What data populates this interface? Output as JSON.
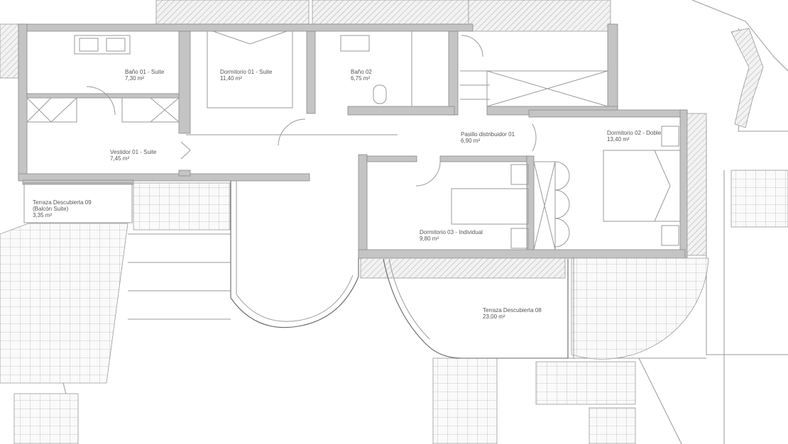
{
  "plan": {
    "rooms": [
      {
        "id": "bano-01-suite",
        "name": "Baño 01 - Suite",
        "area": "7,30 m²"
      },
      {
        "id": "dormitorio-01-suite",
        "name": "Dormitorio 01 - Suite",
        "area": "11,40 m²"
      },
      {
        "id": "bano-02",
        "name": "Baño 02",
        "area": "6,75 m²"
      },
      {
        "id": "pasillo-distribuidor-01",
        "name": "Pasillo distribuidor 01",
        "area": "6,90 m²"
      },
      {
        "id": "dormitorio-02-doble",
        "name": "Dormitorio 02 - Doble",
        "area": "13,40 m²"
      },
      {
        "id": "vestidor-01-suite",
        "name": "Vestidor 01 - Suite",
        "area": "7,45 m²"
      },
      {
        "id": "terraza-descubierta-09",
        "name": "Terraza Descubierta 09",
        "subname": "(Balcón Suite)",
        "area": "3,35 m²"
      },
      {
        "id": "dormitorio-03-individual",
        "name": "Dormitorio 03 - Individual",
        "area": "9,80 m²"
      },
      {
        "id": "terraza-descubierta-08",
        "name": "Terraza Descubierta 08",
        "area": "23,00 m²"
      }
    ],
    "colors": {
      "wall": "#c4c4c4",
      "line": "#9a9a9a",
      "background": "#ffffff"
    }
  }
}
